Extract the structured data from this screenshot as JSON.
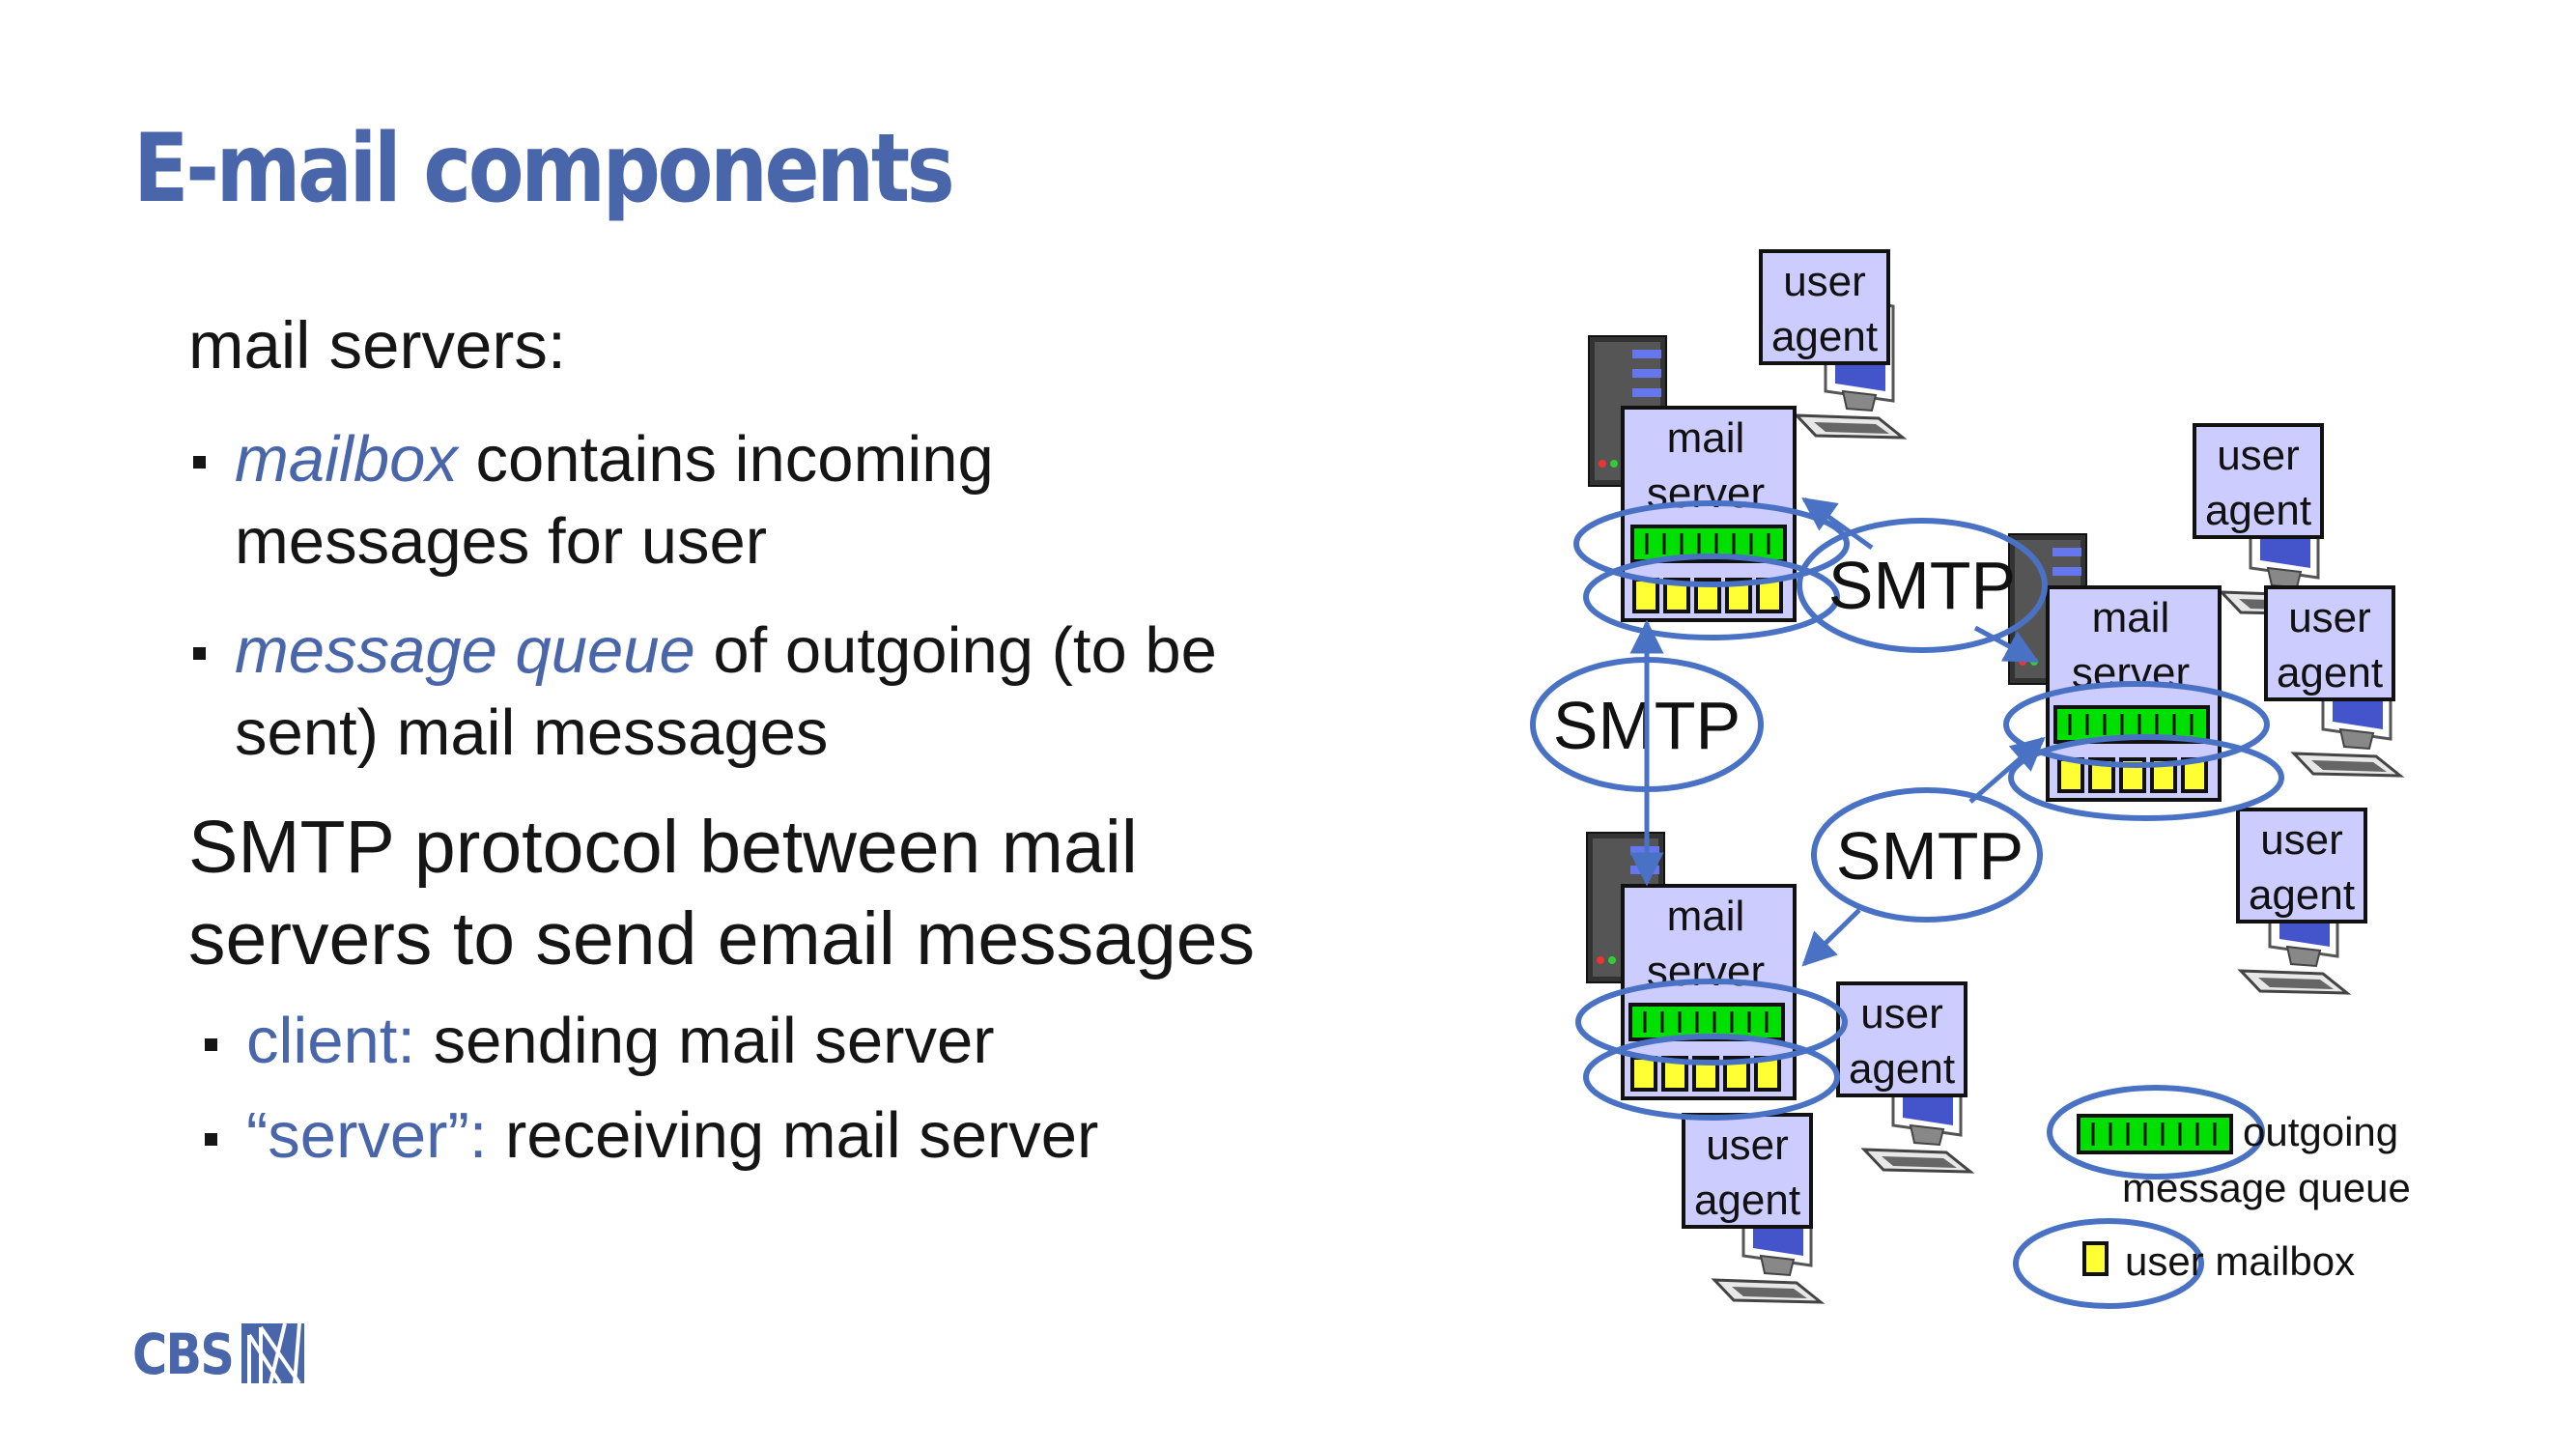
{
  "slide": {
    "title": "E-mail components",
    "heading1": "mail servers:",
    "bullet1": {
      "term": "mailbox",
      "line1": " contains incoming",
      "line2": "messages for user"
    },
    "bullet2": {
      "term": "message queue",
      "line1": " of outgoing (to be",
      "line2": "sent) mail messages"
    },
    "heading2_line1": "SMTP protocol between mail",
    "heading2_line2": "servers to send email messages",
    "sub1": {
      "term": "client:",
      "text": " sending mail server"
    },
    "sub2": {
      "term": "“server”:",
      "text": " receiving mail server"
    }
  },
  "diagram": {
    "user_agent_label": [
      "user",
      "agent"
    ],
    "mail_server_label": [
      "mail",
      "server"
    ],
    "smtp_label": "SMTP",
    "legend": {
      "outgoing_line1": "outgoing",
      "outgoing_line2": "message queue",
      "mailbox": "user mailbox"
    }
  },
  "logo": {
    "text": "CBS"
  },
  "colors": {
    "accent": "#4a66ab",
    "box_fill": "#ccccff",
    "queue_green": "#00e000",
    "mailbox_yellow": "#ffff33"
  }
}
